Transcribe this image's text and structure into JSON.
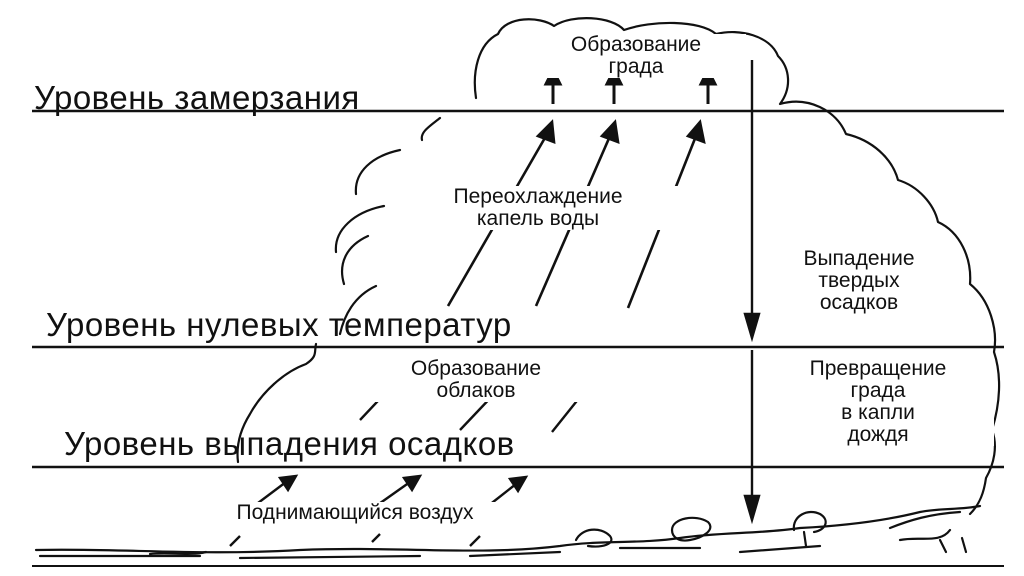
{
  "levels": {
    "freezing": "Уровень замерзания",
    "zero_temp": "Уровень нулевых температур",
    "precipitation": "Уровень выпадения осадков"
  },
  "labels": {
    "hail_formation": [
      "Образование",
      "града"
    ],
    "supercooled": [
      "Переохлаждение",
      "капель воды"
    ],
    "solid_fall": [
      "Выпадение",
      "твердых",
      "осадков"
    ],
    "cloud_formation": [
      "Образование",
      "облаков"
    ],
    "hail_to_rain": [
      "Превращение",
      "града",
      "в капли",
      "дождя"
    ],
    "rising_air": "Поднимающийся воздух"
  },
  "colors": {
    "ink": "#111111",
    "background": "#ffffff"
  }
}
